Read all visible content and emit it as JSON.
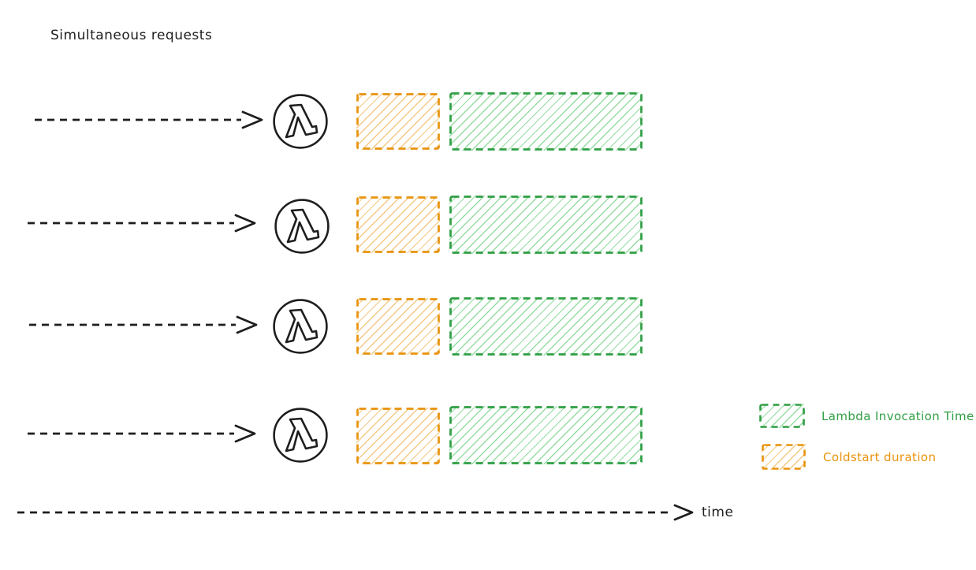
{
  "diagram": {
    "title": "Simultaneous requests",
    "kind": "aws-lambda-coldstart-timeline",
    "request_rows": {
      "count": 4,
      "arrow_icon": "dashed-request-arrow",
      "node_icon": "aws-lambda",
      "segments_per_row": [
        {
          "name": "coldstart",
          "style": "orange-hatched-dashed-box"
        },
        {
          "name": "invocation",
          "style": "green-hatched-dashed-box"
        }
      ]
    },
    "legend": {
      "items": [
        {
          "label": "Lambda Invocation Time",
          "stroke": "#2f9e44",
          "swatch": "green-hatched-dashed-box"
        },
        {
          "label": "Coldstart duration",
          "stroke": "#e8930c",
          "swatch": "orange-hatched-dashed-box"
        }
      ]
    },
    "time_axis": {
      "label": "time",
      "style": "dashed-arrow"
    },
    "colors": {
      "ink": "#1e1e1e",
      "green_stroke": "#2f9e44",
      "green_hatch": "rgba(64,192,87,0.55)",
      "orange_stroke": "#e8930c",
      "orange_hatch": "rgba(232,147,12,0.5)",
      "background": "#ffffff"
    }
  }
}
